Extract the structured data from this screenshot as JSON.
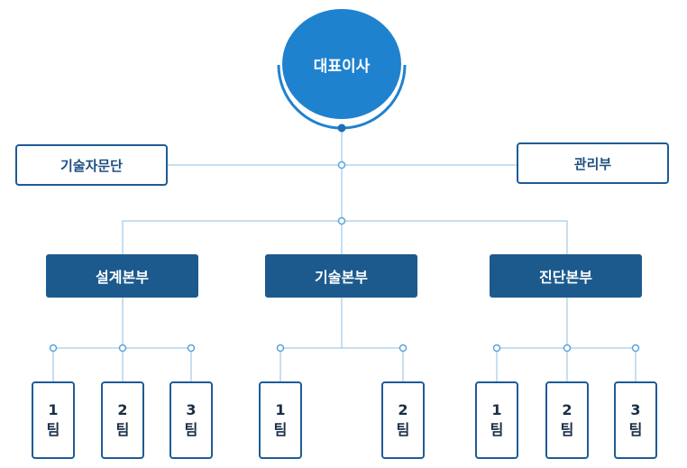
{
  "ceo": {
    "label": "대표이사"
  },
  "advisory": {
    "label": "기술자문단"
  },
  "management": {
    "label": "관리부"
  },
  "divisions": [
    {
      "label": "설계본부",
      "teams": [
        {
          "num": "1",
          "suffix": "팀"
        },
        {
          "num": "2",
          "suffix": "팀"
        },
        {
          "num": "3",
          "suffix": "팀"
        }
      ]
    },
    {
      "label": "기술본부",
      "teams": [
        {
          "num": "1",
          "suffix": "팀"
        },
        {
          "num": "2",
          "suffix": "팀"
        }
      ]
    },
    {
      "label": "진단본부",
      "teams": [
        {
          "num": "1",
          "suffix": "팀"
        },
        {
          "num": "2",
          "suffix": "팀"
        },
        {
          "num": "3",
          "suffix": "팀"
        }
      ]
    }
  ],
  "colors": {
    "primary": "#1f82cf",
    "dark": "#1c5a8e",
    "line": "#8dbfe3"
  }
}
